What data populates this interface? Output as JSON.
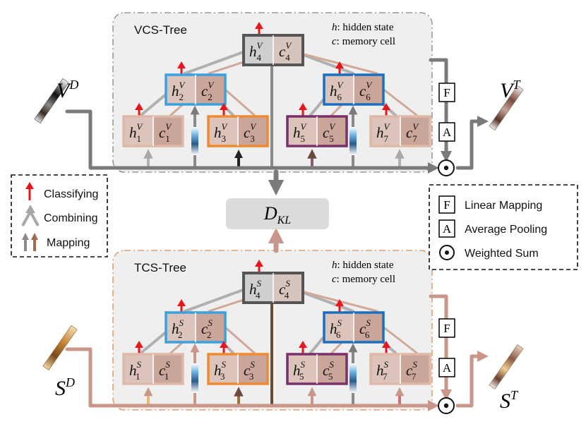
{
  "vcs_tree": {
    "title": "VCS-Tree",
    "legend_h": "hidden state",
    "legend_c": "memory cell",
    "nodes": [
      {
        "id": 1,
        "h": "h",
        "c": "c",
        "sup": "V",
        "sub": "1"
      },
      {
        "id": 2,
        "h": "h",
        "c": "c",
        "sup": "V",
        "sub": "2"
      },
      {
        "id": 3,
        "h": "h",
        "c": "c",
        "sup": "V",
        "sub": "3"
      },
      {
        "id": 4,
        "h": "h",
        "c": "c",
        "sup": "V",
        "sub": "4"
      },
      {
        "id": 5,
        "h": "h",
        "c": "c",
        "sup": "V",
        "sub": "5"
      },
      {
        "id": 6,
        "h": "h",
        "c": "c",
        "sup": "V",
        "sub": "6"
      },
      {
        "id": 7,
        "h": "h",
        "c": "c",
        "sup": "V",
        "sub": "7"
      }
    ],
    "input_label": {
      "base": "V",
      "sup": "D"
    },
    "output_label": {
      "base": "V",
      "sup": "T"
    }
  },
  "tcs_tree": {
    "title": "TCS-Tree",
    "legend_h": "hidden state",
    "legend_c": "memory cell",
    "nodes": [
      {
        "id": 1,
        "h": "h",
        "c": "c",
        "sup": "S",
        "sub": "1"
      },
      {
        "id": 2,
        "h": "h",
        "c": "c",
        "sup": "S",
        "sub": "2"
      },
      {
        "id": 3,
        "h": "h",
        "c": "c",
        "sup": "S",
        "sub": "3"
      },
      {
        "id": 4,
        "h": "h",
        "c": "c",
        "sup": "S",
        "sub": "4"
      },
      {
        "id": 5,
        "h": "h",
        "c": "c",
        "sup": "S",
        "sub": "5"
      },
      {
        "id": 6,
        "h": "h",
        "c": "c",
        "sup": "S",
        "sub": "6"
      },
      {
        "id": 7,
        "h": "h",
        "c": "c",
        "sup": "S",
        "sub": "7"
      }
    ],
    "input_label": {
      "base": "S",
      "sup": "D"
    },
    "output_label": {
      "base": "S",
      "sup": "T"
    }
  },
  "dkl": {
    "base": "D",
    "sub": "KL"
  },
  "legend_left": {
    "classifying": "Classifying",
    "combining": "Combining",
    "mapping": "Mapping"
  },
  "legend_right": {
    "linear_mapping": "Linear Mapping",
    "average_pooling": "Average Pooling",
    "weighted_sum": "Weighted Sum",
    "f_glyph": "F",
    "a_glyph": "A"
  },
  "colors": {
    "node_level1_border": "#3aa0e0",
    "node_level2_border": "#1a6fc0",
    "node_leaf_orange": "#f08a30",
    "node_leaf_purple": "#7a3068",
    "node_leaf_pale": "#e0b8a8",
    "root_border": "#555555",
    "gray_arrow": "#7a7a7a",
    "brown_arrow": "#c9968a",
    "red_arrow": "#e8151c",
    "panel_fill": "#efefef"
  }
}
